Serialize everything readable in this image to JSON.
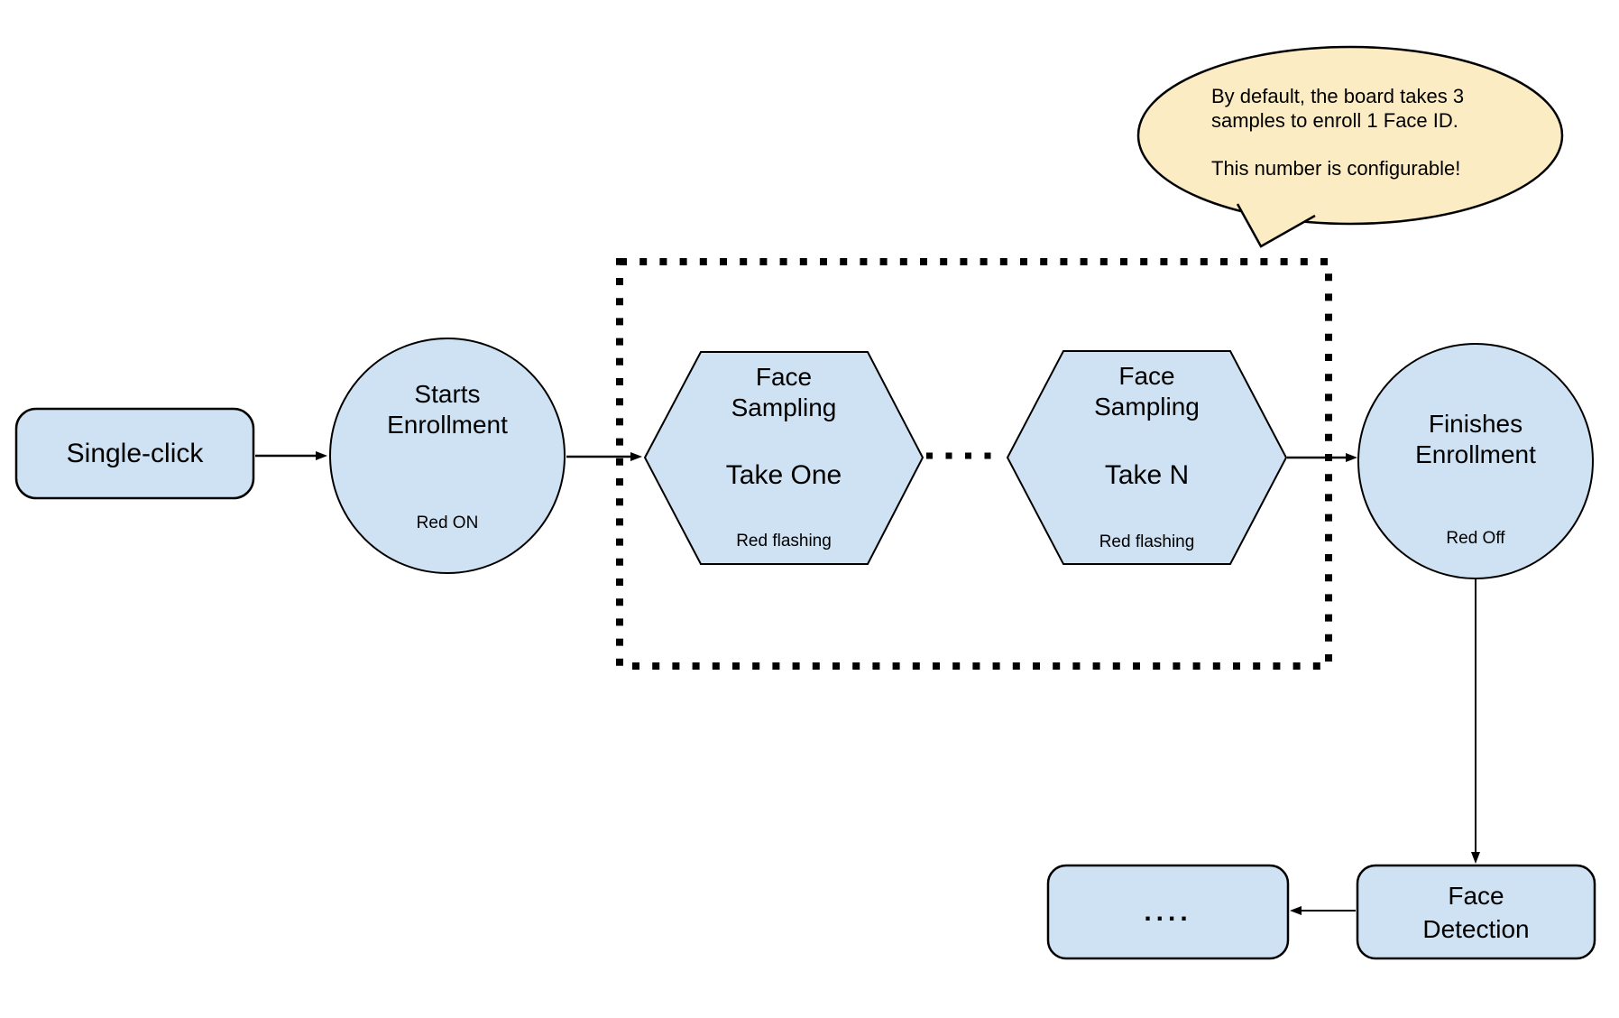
{
  "colors": {
    "node_fill": "#cfe2f3",
    "node_stroke": "#000000",
    "bubble_fill": "#fcecc4",
    "bubble_stroke": "#000000",
    "text": "#000000",
    "background": "#ffffff"
  },
  "nodes": {
    "single_click": {
      "label": "Single-click"
    },
    "starts_enrollment": {
      "line1": "Starts",
      "line2": "Enrollment",
      "status": "Red ON"
    },
    "face_sampling_one": {
      "line1": "Face",
      "line2": "Sampling",
      "take": "Take One",
      "status": "Red flashing"
    },
    "face_sampling_n": {
      "line1": "Face",
      "line2": "Sampling",
      "take": "Take N",
      "status": "Red flashing"
    },
    "finishes_enrollment": {
      "line1": "Finishes",
      "line2": "Enrollment",
      "status": "Red Off"
    },
    "face_detection": {
      "line1": "Face",
      "line2": "Detection"
    },
    "continuation": {
      "label": "...."
    }
  },
  "callout": {
    "line1": "By default, the board takes 3",
    "line2": "samples to enroll 1 Face ID.",
    "line3": "This number is configurable!"
  }
}
